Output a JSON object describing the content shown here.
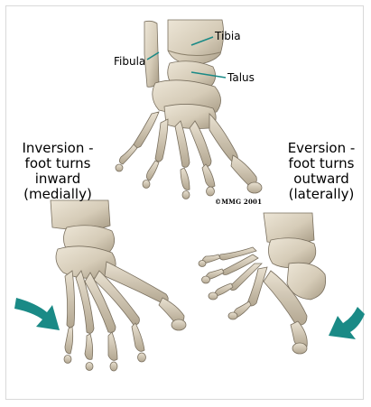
{
  "labels": {
    "tibia": "Tibia",
    "fibula": "Fibula",
    "talus": "Talus"
  },
  "inversion": {
    "line1": "Inversion -",
    "line2": "foot turns",
    "line3": "inward",
    "line4": "(medially)"
  },
  "eversion": {
    "line1": "Eversion -",
    "line2": "foot turns",
    "line3": "outward",
    "line4": "(laterally)"
  },
  "credit": "©MMG 2001",
  "colors": {
    "bone": "#d8cfbd",
    "bone_shadow": "#a79b86",
    "bone_dark": "#6f6656",
    "arrow": "#1a8a86",
    "leader_line": "#1a8a86"
  },
  "icons": {
    "left_arrow": "curved-arrow-right-icon",
    "right_arrow": "curved-arrow-left-icon"
  }
}
